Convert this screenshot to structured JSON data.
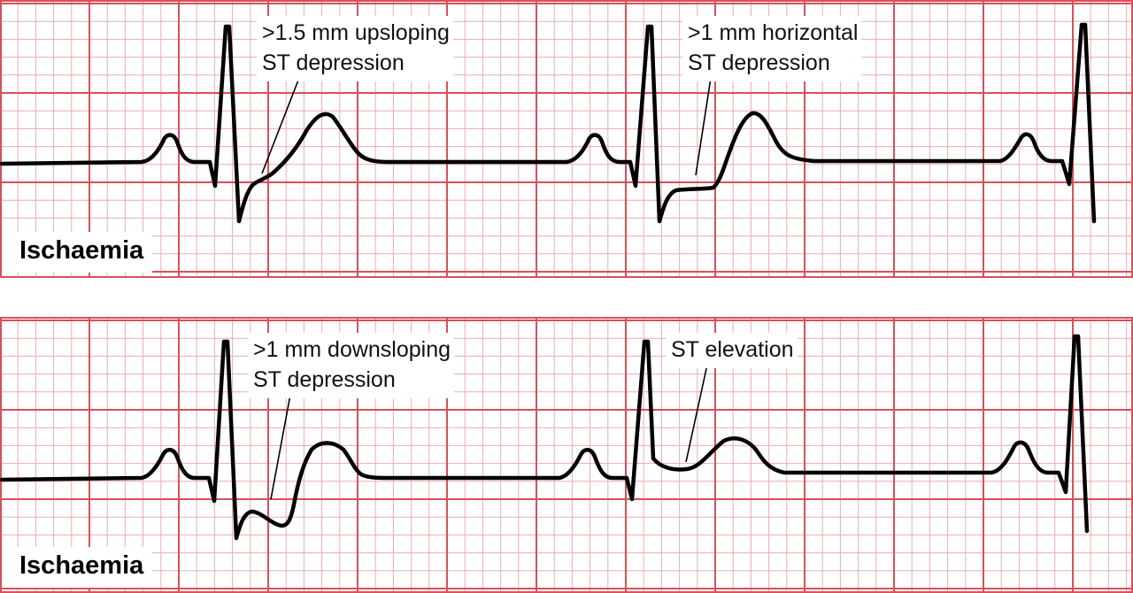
{
  "colors": {
    "grid_major": "#d8505a",
    "grid_minor": "#eeaaaf",
    "trace": "#000000",
    "background": "#ffffff"
  },
  "strips": [
    {
      "label": "Ischaemia",
      "annotations": [
        {
          "line1": ">1.5 mm upsloping",
          "line2": "ST depression"
        },
        {
          "line1": ">1 mm horizontal",
          "line2": "ST depression"
        }
      ]
    },
    {
      "label": "Ischaemia",
      "annotations": [
        {
          "line1": ">1 mm downsloping",
          "line2": "ST depression"
        },
        {
          "line1": "ST elevation",
          "line2": ""
        }
      ]
    }
  ]
}
